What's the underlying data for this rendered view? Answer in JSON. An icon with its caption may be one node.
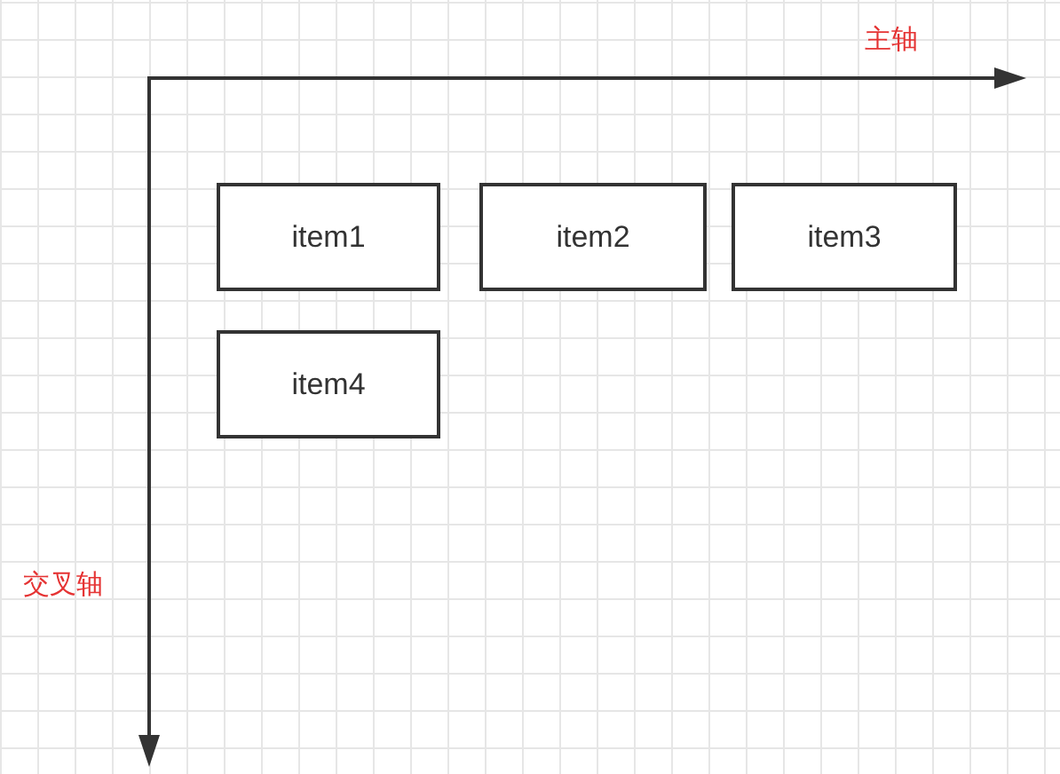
{
  "diagram": {
    "nodes": [
      {
        "text": [
          "item1"
        ]
      },
      {
        "text": [
          "item2"
        ]
      },
      {
        "text": [
          "item3"
        ]
      },
      {
        "text": [
          "item4"
        ]
      }
    ],
    "labels": [
      "主轴",
      "交叉轴"
    ]
  }
}
